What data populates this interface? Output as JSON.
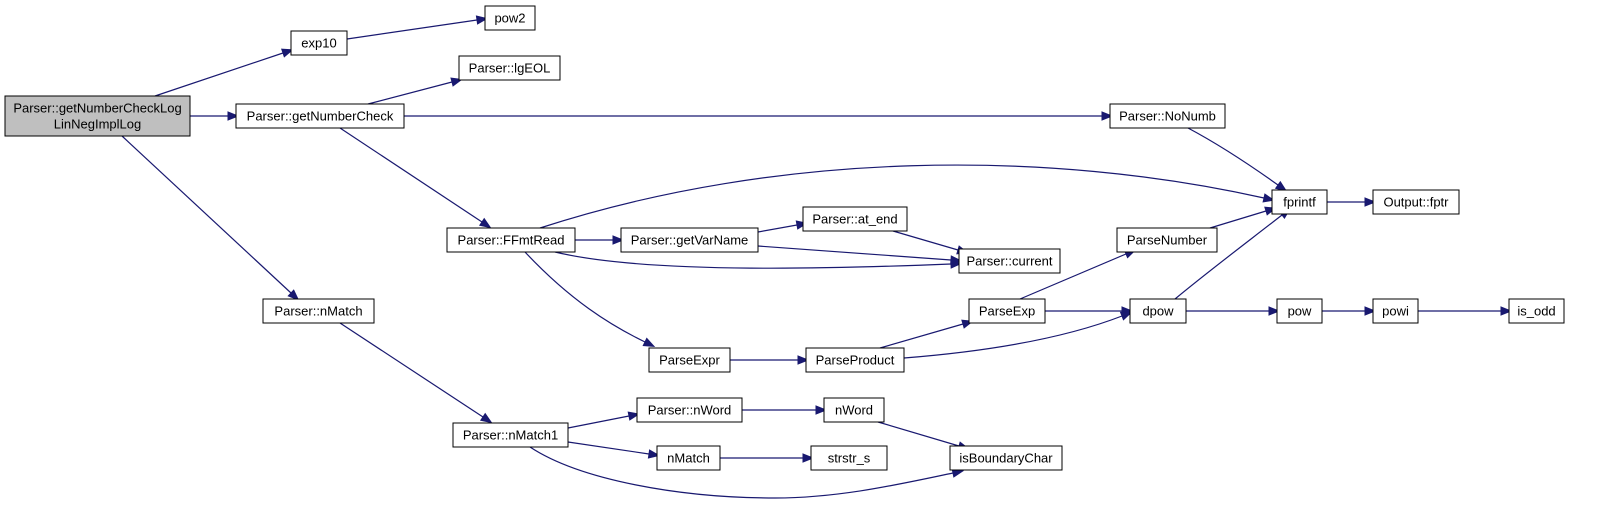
{
  "graph": {
    "colors": {
      "edge": "#191970",
      "root_fill": "#bfbfbf",
      "node_fill": "#ffffff",
      "node_border": "#000000"
    },
    "nodes": {
      "root": {
        "lines": [
          "Parser::getNumberCheckLog",
          "LinNegImplLog"
        ]
      },
      "exp10": {
        "lines": [
          "exp10"
        ]
      },
      "pow2": {
        "lines": [
          "pow2"
        ]
      },
      "lgeol": {
        "lines": [
          "Parser::lgEOL"
        ]
      },
      "getnumbercheck": {
        "lines": [
          "Parser::getNumberCheck"
        ]
      },
      "nonumb": {
        "lines": [
          "Parser::NoNumb"
        ]
      },
      "fprintf": {
        "lines": [
          "fprintf"
        ]
      },
      "outputfptr": {
        "lines": [
          "Output::fptr"
        ]
      },
      "ffmtread": {
        "lines": [
          "Parser::FFmtRead"
        ]
      },
      "getvarname": {
        "lines": [
          "Parser::getVarName"
        ]
      },
      "atend": {
        "lines": [
          "Parser::at_end"
        ]
      },
      "current": {
        "lines": [
          "Parser::current"
        ]
      },
      "parsenumber": {
        "lines": [
          "ParseNumber"
        ]
      },
      "parseexp": {
        "lines": [
          "ParseExp"
        ]
      },
      "dpow": {
        "lines": [
          "dpow"
        ]
      },
      "pow": {
        "lines": [
          "pow"
        ]
      },
      "powi": {
        "lines": [
          "powi"
        ]
      },
      "isodd": {
        "lines": [
          "is_odd"
        ]
      },
      "nmatch": {
        "lines": [
          "Parser::nMatch"
        ]
      },
      "parseexpr": {
        "lines": [
          "ParseExpr"
        ]
      },
      "parseproduct": {
        "lines": [
          "ParseProduct"
        ]
      },
      "nmatch1": {
        "lines": [
          "Parser::nMatch1"
        ]
      },
      "pnword": {
        "lines": [
          "Parser::nWord"
        ]
      },
      "nword": {
        "lines": [
          "nWord"
        ]
      },
      "nmatchplain": {
        "lines": [
          "nMatch"
        ]
      },
      "strstrs": {
        "lines": [
          "strstr_s"
        ]
      },
      "isboundary": {
        "lines": [
          "isBoundaryChar"
        ]
      }
    },
    "edges": [
      [
        "root",
        "exp10"
      ],
      [
        "root",
        "getnumbercheck"
      ],
      [
        "root",
        "nmatch"
      ],
      [
        "exp10",
        "pow2"
      ],
      [
        "getnumbercheck",
        "lgeol"
      ],
      [
        "getnumbercheck",
        "nonumb"
      ],
      [
        "getnumbercheck",
        "ffmtread"
      ],
      [
        "nonumb",
        "fprintf"
      ],
      [
        "fprintf",
        "outputfptr"
      ],
      [
        "ffmtread",
        "fprintf"
      ],
      [
        "ffmtread",
        "getvarname"
      ],
      [
        "ffmtread",
        "current"
      ],
      [
        "ffmtread",
        "parseexpr"
      ],
      [
        "getvarname",
        "atend"
      ],
      [
        "getvarname",
        "current"
      ],
      [
        "atend",
        "current"
      ],
      [
        "parsenumber",
        "fprintf"
      ],
      [
        "parseexp",
        "parsenumber"
      ],
      [
        "parseexp",
        "dpow"
      ],
      [
        "dpow",
        "fprintf"
      ],
      [
        "dpow",
        "pow"
      ],
      [
        "pow",
        "powi"
      ],
      [
        "powi",
        "isodd"
      ],
      [
        "parseexpr",
        "parseproduct"
      ],
      [
        "parseproduct",
        "parseexp"
      ],
      [
        "parseproduct",
        "dpow"
      ],
      [
        "nmatch",
        "nmatch1"
      ],
      [
        "nmatch1",
        "pnword"
      ],
      [
        "nmatch1",
        "nmatchplain"
      ],
      [
        "nmatch1",
        "isboundary"
      ],
      [
        "pnword",
        "nword"
      ],
      [
        "nword",
        "isboundary"
      ],
      [
        "nmatchplain",
        "strstrs"
      ]
    ]
  }
}
